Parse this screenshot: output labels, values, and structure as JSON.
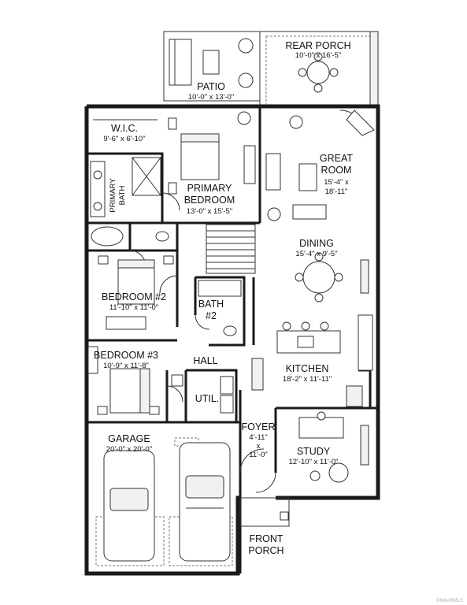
{
  "rooms": {
    "rear_porch": {
      "name": "REAR PORCH",
      "dim": "10'-0\" x 16'-5\""
    },
    "patio": {
      "name": "PATIO",
      "dim": "10'-0\" x 13'-0\""
    },
    "wic": {
      "name": "W.I.C.",
      "dim": "9'-6\" x 6'-10\""
    },
    "primary_bath": {
      "line1": "PRIMARY",
      "line2": "BATH"
    },
    "primary_bedroom": {
      "line1": "PRIMARY",
      "line2": "BEDROOM",
      "dim": "13'-0\" x 15'-5\""
    },
    "great_room": {
      "line1": "GREAT",
      "line2": "ROOM",
      "dim1": "15'-4\" x",
      "dim2": "18'-11\""
    },
    "dining": {
      "name": "DINING",
      "dim": "15'-4\" x 9'-5\""
    },
    "bedroom2": {
      "name": "BEDROOM #2",
      "dim": "11'-10\" x 11'-0\""
    },
    "bath2": {
      "line1": "BATH",
      "line2": "#2"
    },
    "bedroom3": {
      "name": "BEDROOM #3",
      "dim": "10'-9\" x 11'-8\""
    },
    "hall": {
      "name": "HALL"
    },
    "kitchen": {
      "name": "KITCHEN",
      "dim": "18'-2\" x 11'-11\""
    },
    "util": {
      "name": "UTIL."
    },
    "garage": {
      "name": "GARAGE",
      "dim": "20'-0\" x 20'-0\""
    },
    "foyer": {
      "name": "FOYER",
      "dim1": "4'-11\"",
      "dim2": "x",
      "dim3": "11'-0\""
    },
    "study": {
      "name": "STUDY",
      "dim": "12'-10\" x 11'-0\""
    },
    "front_porch": {
      "line1": "FRONT",
      "line2": "PORCH"
    }
  },
  "watermark": "©MAARMLS"
}
